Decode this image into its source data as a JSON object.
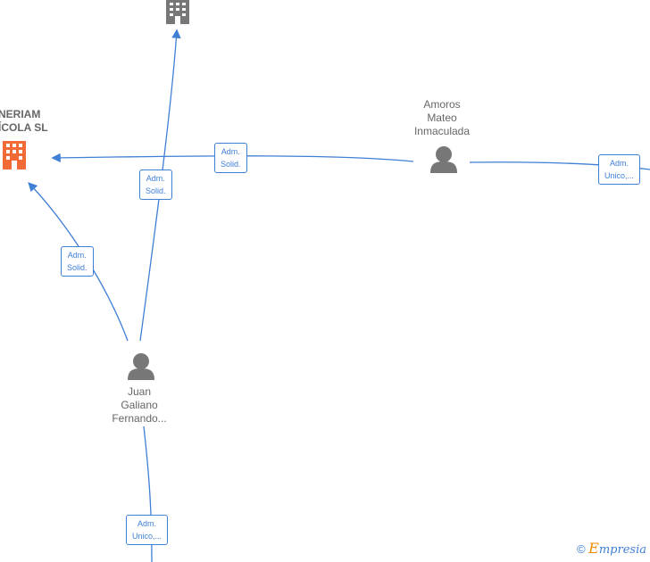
{
  "nodes": {
    "company_left": {
      "label": "NERIAM\nÍCOLA  SL",
      "type": "company",
      "color": "#f26a36"
    },
    "company_top": {
      "label": "",
      "type": "company",
      "color": "#777777"
    },
    "person_amoros": {
      "label": "Amoros\nMateo\nInmaculada",
      "type": "person"
    },
    "person_juan": {
      "label": "Juan\nGaliano\nFernando...",
      "type": "person"
    }
  },
  "edges": {
    "amoros_to_company": "Adm.\nSolid.",
    "juan_to_company_top": "Adm.\nSolid.",
    "juan_to_company_left": "Adm.\nSolid.",
    "amoros_to_right": "Adm.\nUnico,...",
    "juan_to_bottom": "Adm.\nUnico,..."
  },
  "footer": {
    "copyright": "©",
    "brand_initial": "E",
    "brand_rest": "mpresia"
  },
  "colors": {
    "edge": "#3f7fd6",
    "person_icon": "#777777",
    "company_active": "#f26a36",
    "company_inactive": "#777777"
  }
}
